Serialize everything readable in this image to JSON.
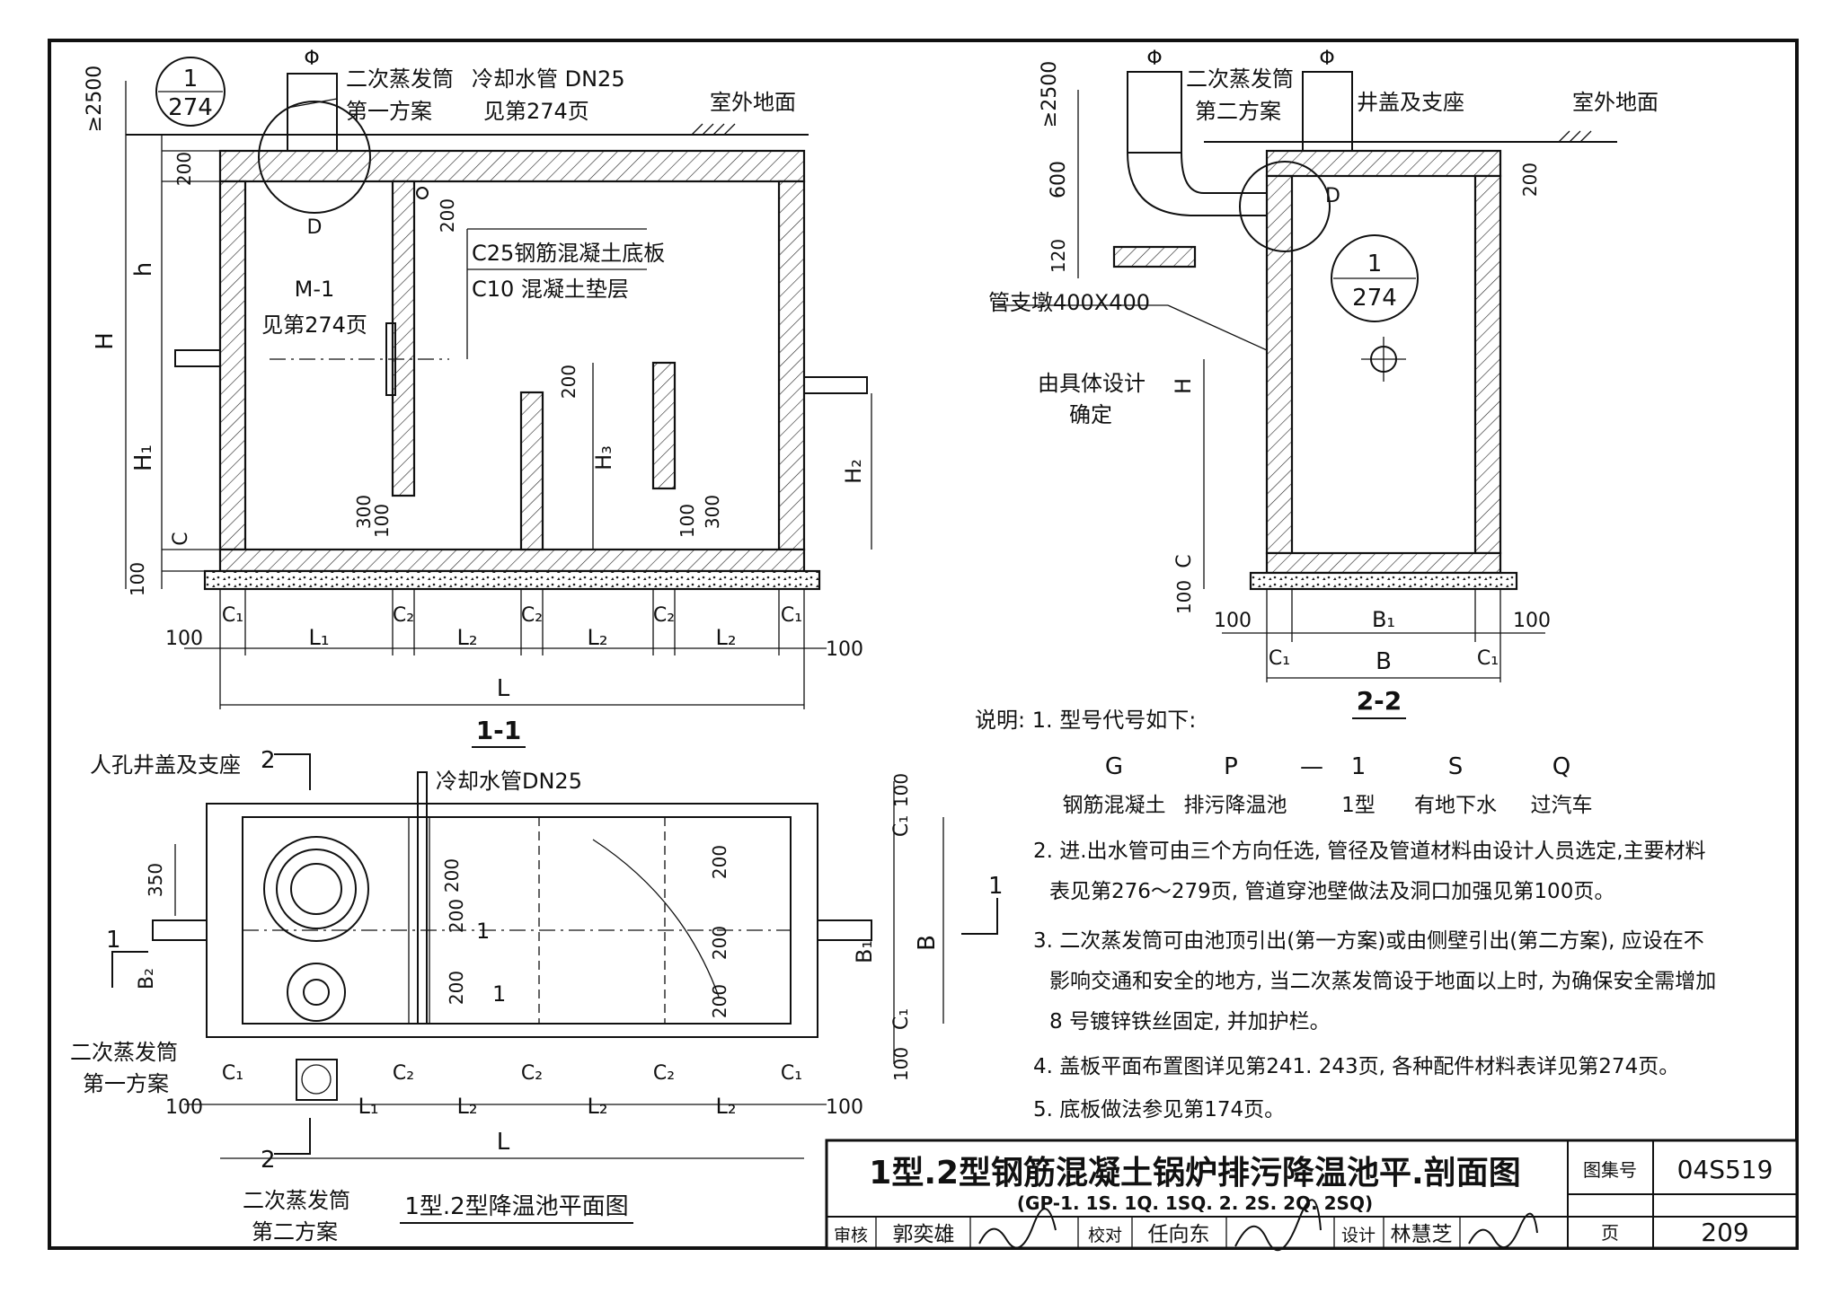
{
  "section_1_1": {
    "title": "1-1",
    "labels": {
      "phi": "Φ",
      "secondary_steam_pipe": "二次蒸发筒",
      "scheme_1": "第一方案",
      "cooling_pipe": "冷却水管 DN25",
      "see_274": "见第274页",
      "outdoor_ground": "室外地面",
      "c25_slab": "C25钢筋混凝土底板",
      "c10_cushion": "C10 混凝土垫层",
      "m1": "M-1",
      "m1_ref": "见第274页",
      "callout_num": "1",
      "callout_page": "274",
      "D": "D"
    },
    "dims": {
      "ge2500": "≥2500",
      "d200_top": "200",
      "d200_pipe": "200",
      "h": "h",
      "H": "H",
      "H1": "H₁",
      "H2": "H₂",
      "H3": "H₃",
      "C": "C",
      "d100": "100",
      "d200_w": "200",
      "d300_a": "300",
      "d100_a": "100",
      "d100_b": "100",
      "d300_b": "300",
      "C1_left": "C₁",
      "C2_a": "C₂",
      "C2_b": "C₂",
      "C2_c": "C₂",
      "C1_right": "C₁",
      "d100_left": "100",
      "L1": "L₁",
      "L2_a": "L₂",
      "L2_b": "L₂",
      "L2_c": "L₂",
      "d100_right": "100",
      "L": "L"
    }
  },
  "section_2_2": {
    "title": "2-2",
    "labels": {
      "phi": "Φ",
      "secondary_steam_pipe": "二次蒸发筒",
      "scheme_2": "第二方案",
      "manhole_cover": "井盖及支座",
      "outdoor_ground": "室外地面",
      "pipe_pier": "管支墩400X400",
      "by_design": "由具体设计",
      "determined": "确定",
      "callout_num": "1",
      "callout_page": "274",
      "D": "D"
    },
    "dims": {
      "ge2500": "≥2500",
      "d600": "600",
      "d120": "120",
      "d200": "200",
      "H": "H",
      "C": "C",
      "d100_v": "100",
      "d100_left": "100",
      "B1": "B₁",
      "d100_right": "100",
      "C1_left": "C₁",
      "B": "B",
      "C1_right": "C₁"
    }
  },
  "plan": {
    "title": "1型.2型降温池平面图",
    "labels": {
      "manhole": "人孔井盖及支座",
      "cooling_pipe": "冷却水管DN25",
      "steam_1": "二次蒸发筒",
      "steam_1b": "第一方案",
      "steam_2": "二次蒸发筒",
      "steam_2b": "第二方案",
      "cut_2_top": "2",
      "cut_2_bottom": "2",
      "cut_1_left": "1",
      "cut_1_right": "1",
      "cut_1_mid_a": "1",
      "cut_1_mid_b": "1"
    },
    "dims": {
      "d350": "350",
      "B2": "B₂",
      "d100_top": "100",
      "C1_top": "C₁",
      "B1": "B₁",
      "B": "B",
      "C1_bottom": "C₁",
      "d100_bottom": "100",
      "d200_a": "200",
      "d200_b": "200",
      "d200_c": "200",
      "d200_d": "200",
      "d200_e": "200",
      "d200_f": "200",
      "C1_left": "C₁",
      "C2_a": "C₂",
      "C2_b": "C₂",
      "C2_c": "C₂",
      "C1_right": "C₁",
      "d100_left": "100",
      "L1": "L₁",
      "L2_a": "L₂",
      "L2_b": "L₂",
      "L2_c": "L₂",
      "d100_right": "100",
      "L": "L"
    }
  },
  "notes": {
    "heading": "说明: 1. 型号代号如下:",
    "code_letters": [
      "G",
      "P",
      "—",
      "1",
      "S",
      "Q"
    ],
    "code_meanings": [
      "钢筋混凝土",
      "排污降温池",
      "1型",
      "有地下水",
      "过汽车"
    ],
    "items": [
      "2. 进.出水管可由三个方向任选, 管径及管道材料由设计人员选定,主要材料",
      "表见第276～279页, 管道穿池壁做法及洞口加强见第100页。",
      "3. 二次蒸发筒可由池顶引出(第一方案)或由侧壁引出(第二方案), 应设在不",
      "影响交通和安全的地方, 当二次蒸发筒设于地面以上时, 为确保安全需增加",
      "8 号镀锌铁丝固定, 并加护栏。",
      "4. 盖板平面布置图详见第241. 243页, 各种配件材料表详见第274页。",
      "5. 底板做法参见第174页。"
    ]
  },
  "title_block": {
    "title": "1型.2型钢筋混凝土锅炉排污降温池平.剖面图",
    "subtitle": "(GP-1. 1S. 1Q. 1SQ. 2. 2S. 2Q. 2SQ)",
    "atlas_label": "图集号",
    "atlas_no": "04S519",
    "review_label": "审核",
    "reviewer": "郭奕雄",
    "check_label": "校对",
    "checker": "任向东",
    "design_label": "设计",
    "designer": "林慧芝",
    "page_label": "页",
    "page_no": "209"
  }
}
